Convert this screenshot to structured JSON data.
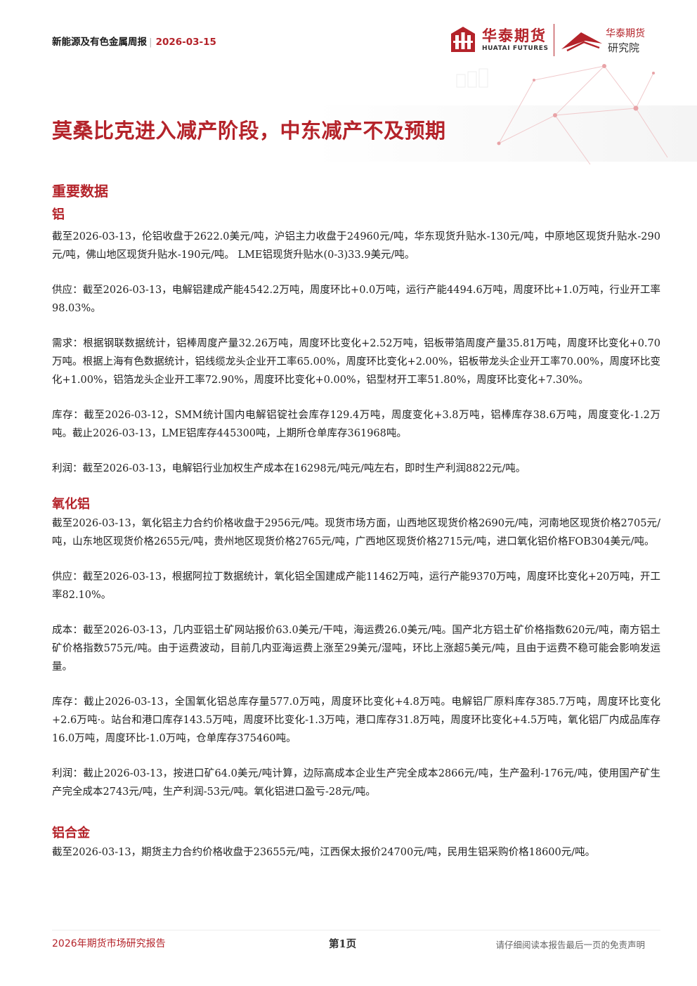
{
  "header": {
    "report_name": "新能源及有色金属周报",
    "separator": "|",
    "date": "2026-03-15"
  },
  "logo": {
    "company_cn": "华泰期货",
    "company_en": "HUATAI FUTURES",
    "institute_line1": "华泰期货",
    "institute_line2": "研究院",
    "brand_color": "#b4232a"
  },
  "title": "莫桑比克进入减产阶段，中东减产不及预期",
  "section_heading": "重要数据",
  "sections": {
    "aluminum": {
      "heading": "铝",
      "paragraphs": [
        "截至2026-03-13，伦铝收盘于2622.0美元/吨，沪铝主力收盘于24960元/吨，华东现货升贴水-130元/吨，中原地区现货升贴水-290元/吨，佛山地区现货升贴水-190元/吨。 LME铝现货升贴水(0-3)33.9美元/吨。",
        "供应：截至2026-03-13，电解铝建成产能4542.2万吨，周度环比+0.0万吨，运行产能4494.6万吨，周度环比+1.0万吨，行业开工率98.03%。",
        "需求：根据钢联数据统计，铝棒周度产量32.26万吨，周度环比变化+2.52万吨，铝板带箔周度产量35.81万吨，周度环比变化+0.70万吨。根据上海有色数据统计，铝线缆龙头企业开工率65.00%，周度环比变化+2.00%，铝板带龙头企业开工率70.00%，周度环比变化+1.00%，铝箔龙头企业开工率72.90%，周度环比变化+0.00%，铝型材开工率51.80%，周度环比变化+7.30%。",
        "库存：截至2026-03-12，SMM统计国内电解铝锭社会库存129.4万吨，周度变化+3.8万吨，铝棒库存38.6万吨，周度变化-1.2万吨。截止2026-03-13，LME铝库存445300吨，上期所仓单库存361968吨。",
        "利润：截至2026-03-13，电解铝行业加权生产成本在16298元/吨元/吨左右，即时生产利润8822元/吨。"
      ]
    },
    "alumina": {
      "heading": "氧化铝",
      "paragraphs": [
        "截至2026-03-13，氧化铝主力合约价格收盘于2956元/吨。现货市场方面，山西地区现货价格2690元/吨，河南地区现货价格2705元/吨，山东地区现货价格2655元/吨，贵州地区现货价格2765元/吨，广西地区现货价格2715元/吨，进口氧化铝价格FOB304美元/吨。",
        "供应：截至2026-03-13，根据阿拉丁数据统计，氧化铝全国建成产能11462万吨，运行产能9370万吨，周度环比变化+20万吨，开工率82.10%。",
        "成本：截至2026-03-13，几内亚铝土矿网站报价63.0美元/干吨，海运费26.0美元/吨。国产北方铝土矿价格指数620元/吨，南方铝土矿价格指数575元/吨。由于运费波动，目前几内亚海运费上涨至29美元/湿吨，环比上涨超5美元/吨，且由于运费不稳可能会影响发运量。",
        "库存：截止2026-03-13，全国氧化铝总库存量577.0万吨，周度环比变化+4.8万吨。电解铝厂原料库存385.7万吨，周度环比变化+2.6万吨·。站台和港口库存143.5万吨，周度环比变化-1.3万吨，港口库存31.8万吨，周度环比变化+4.5万吨，氧化铝厂内成品库存16.0万吨，周度环比-1.0万吨，仓单库存375460吨。",
        "利润：截止2026-03-13，按进口矿64.0美元/吨计算，边际高成本企业生产完全成本2866元/吨，生产盈利-176元/吨，使用国产矿生产完全成本2743元/吨，生产利润-53元/吨。氧化铝进口盈亏-28元/吨。"
      ]
    },
    "alloy": {
      "heading": "铝合金",
      "paragraphs": [
        "截至2026-03-13，期货主力合约价格收盘于23655元/吨，江西保太报价24700元/吨，民用生铝采购价格18600元/吨。"
      ]
    }
  },
  "footer": {
    "left": "2026年期货市场研究报告",
    "center": "第1页",
    "right": "请仔细阅读本报告最后一页的免责声明"
  }
}
